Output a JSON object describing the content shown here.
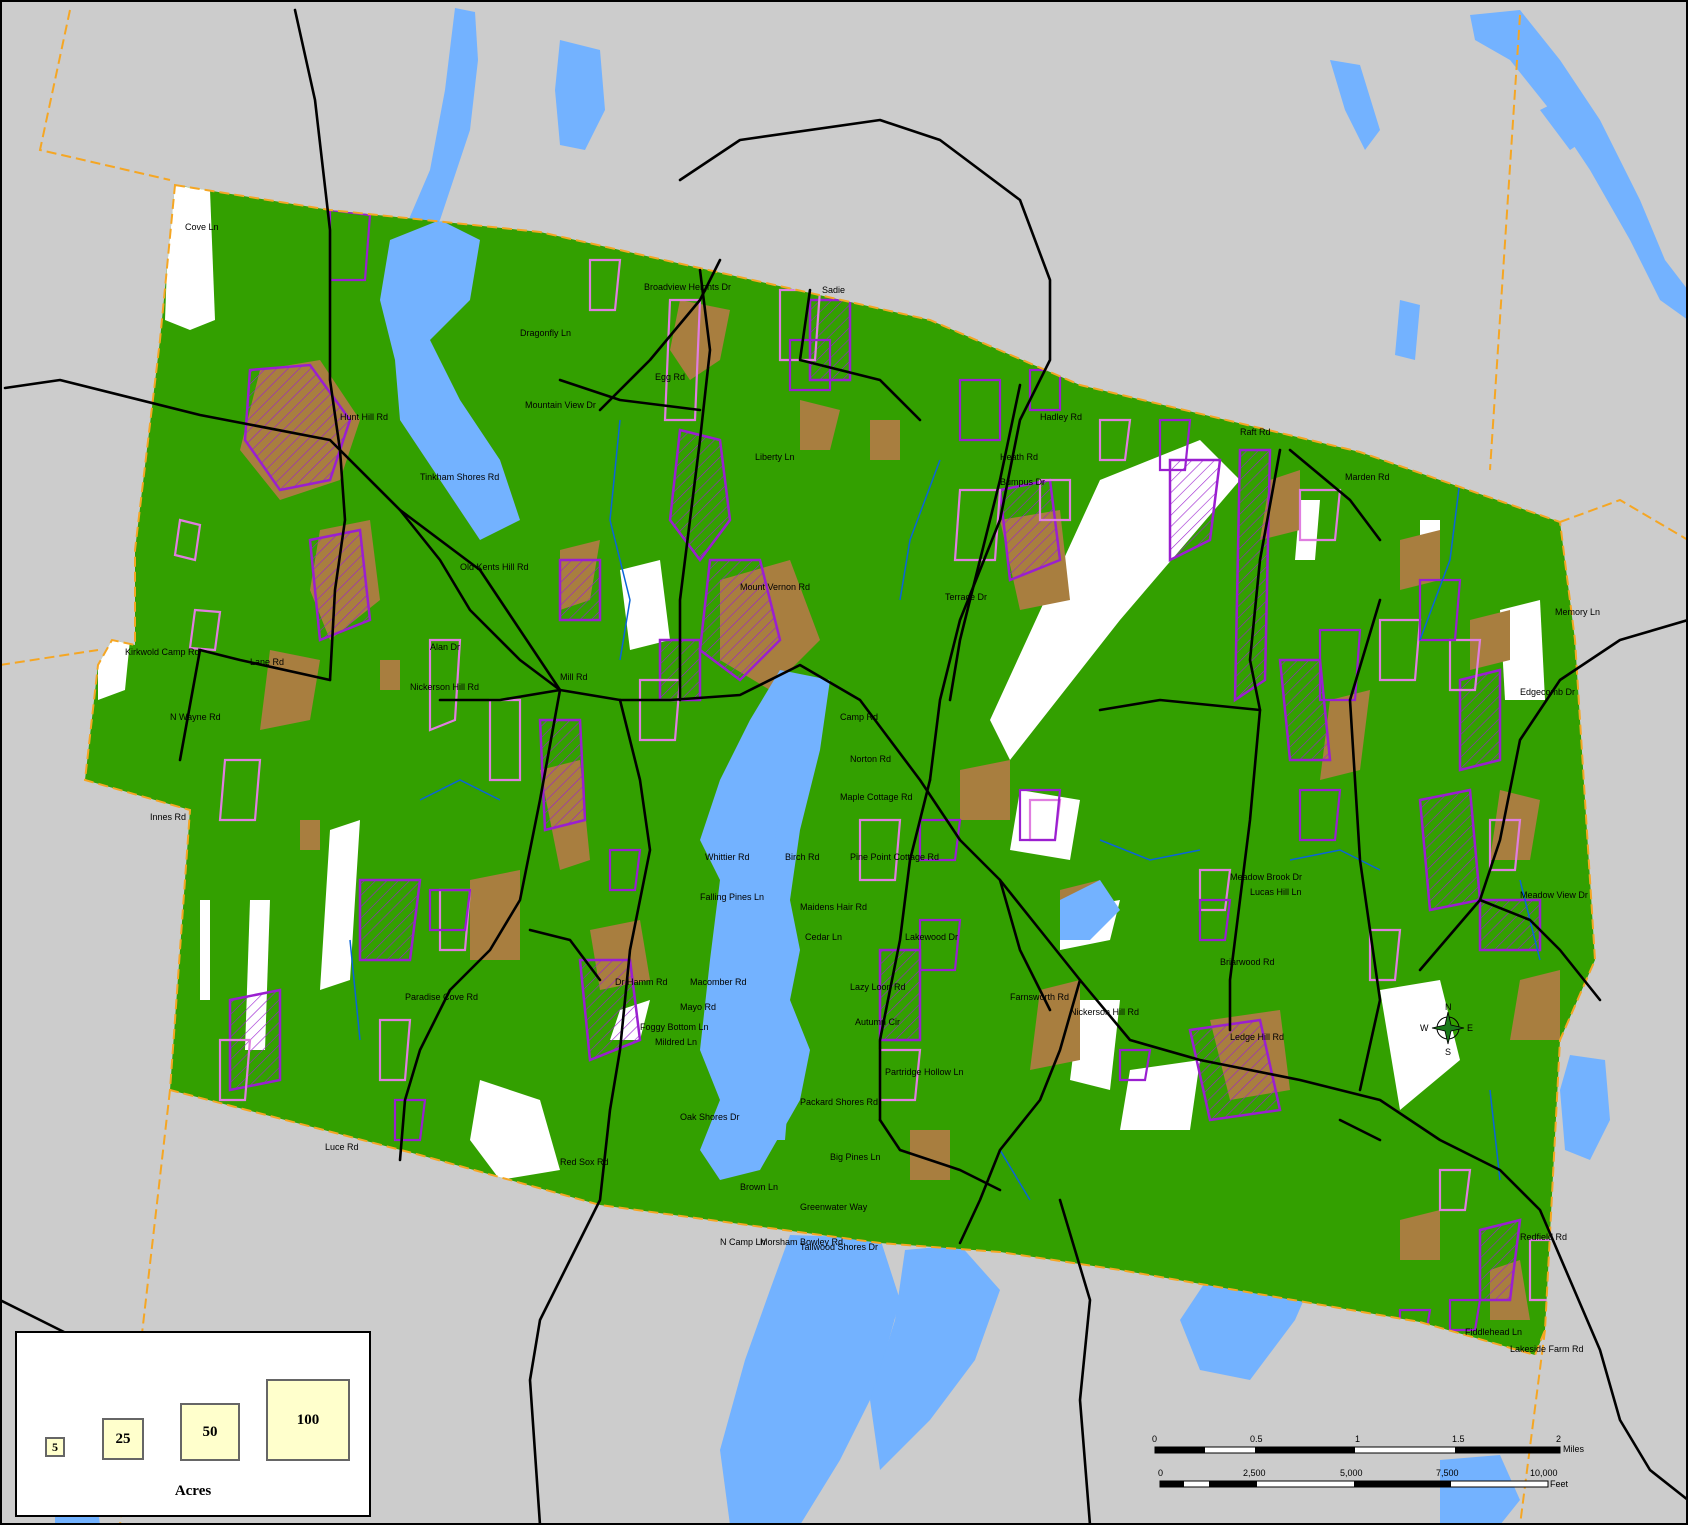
{
  "colors": {
    "outside": "#cccccc",
    "forest": "#33a000",
    "water": "#73b2ff",
    "open_land": "#ffffff",
    "brown_patch": "#a87e3f",
    "purple_outline": "#9a1fd0",
    "pink_outline": "#e07de0",
    "road": "#000000",
    "boundary": "#f5a623",
    "stream": "#0a64d8",
    "legend_fill": "#ffffcc"
  },
  "road_labels": [
    "Broadview Heights Dr",
    "Dragonfly Ln",
    "Mountain View Dr",
    "Sadie",
    "Mount Vernon Rd",
    "Old Kents Hill Rd",
    "Nickerson Hill Rd",
    "Lane Rd",
    "Kirkwold Camp Rd",
    "N Wayne Rd",
    "Innes Rd",
    "Falling Pines Ln",
    "Macomber Rd",
    "Mayo Rd",
    "Foggy Bottom Ln",
    "Mildred Ln",
    "Oak Shores Dr",
    "Brown Ln",
    "N Camp Ln",
    "Morsham Bowley Rd",
    "Greenwater Way",
    "Tallwood Shores Dr",
    "Big Pines Ln",
    "Packard Shores Rd",
    "Partridge Hollow Ln",
    "Lazy Loon Rd",
    "Autumn Cir",
    "Lakewood Dr",
    "Pine Point Cottage Rd",
    "Maple Cottage Rd",
    "Norton Rd",
    "Maidens Hair Rd",
    "Birch Rd",
    "Cedar Ln",
    "Meadow Brook Dr",
    "Lucas Hill Ln",
    "Marden Rd",
    "Meadow View Dr",
    "Edgecomb Dr",
    "Memory Ln",
    "Fiddlehead Ln",
    "Lakeside Farm Rd",
    "Redfield Rd",
    "Ledge Hill Rd",
    "Briarwood Rd",
    "Farnsworth Rd",
    "Nickerson Hill Rd",
    "Terrace Dr",
    "Liberty Ln",
    "Egg Rd",
    "Tinkham Shores Rd",
    "Bumpus Dr",
    "Cove Ln",
    "Paradise Cove Rd",
    "Luce Rd",
    "Red Sox Rd",
    "Heath Rd",
    "Alan Dr",
    "Whittier Rd",
    "Hunt Hill Rd",
    "Camp Rd",
    "Dr Hamm Rd",
    "Mill Rd",
    "Raft Rd",
    "Hadley Rd"
  ],
  "legend": {
    "title": "Acres",
    "sizes": [
      "5",
      "25",
      "50",
      "100"
    ]
  },
  "scale_bar": {
    "miles": {
      "unit": "Miles",
      "ticks": [
        "0",
        "0.5",
        "1",
        "1.5",
        "2"
      ]
    },
    "feet": {
      "unit": "Feet",
      "ticks": [
        "0",
        "2,500",
        "5,000",
        "7,500",
        "10,000"
      ]
    }
  },
  "compass": {
    "n": "N",
    "s": "S",
    "e": "E",
    "w": "W"
  }
}
